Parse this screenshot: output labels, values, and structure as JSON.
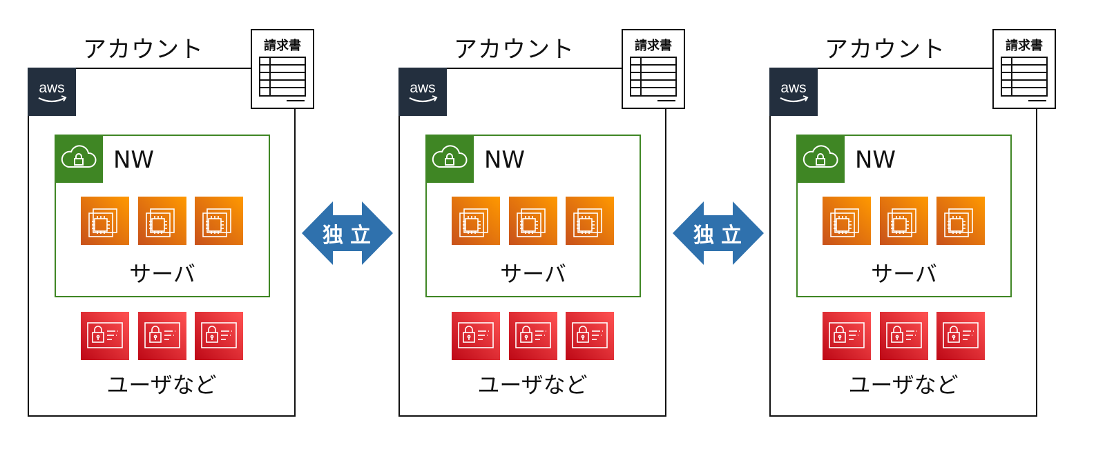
{
  "accounts": [
    {
      "title": "アカウント",
      "invoice_label": "請求書",
      "aws_logo_text": "aws",
      "nw_label": "NW",
      "server_label": "サーバ",
      "users_label": "ユーザなど"
    },
    {
      "title": "アカウント",
      "invoice_label": "請求書",
      "aws_logo_text": "aws",
      "nw_label": "NW",
      "server_label": "サーバ",
      "users_label": "ユーザなど"
    },
    {
      "title": "アカウント",
      "invoice_label": "請求書",
      "aws_logo_text": "aws",
      "nw_label": "NW",
      "server_label": "サーバ",
      "users_label": "ユーザなど"
    }
  ],
  "connectors": [
    {
      "label": "独立"
    },
    {
      "label": "独立"
    }
  ],
  "colors": {
    "aws_dark": "#232f3e",
    "network_green": "#3f8624",
    "ec2_orange_start": "#c8511b",
    "ec2_orange_end": "#ff9900",
    "iam_red_start": "#bd0816",
    "iam_red_end": "#ff5252",
    "arrow_blue": "#2f71ad"
  },
  "icons": {
    "aws_logo": "aws-logo-icon",
    "invoice": "invoice-document-icon",
    "network": "cloud-lock-icon",
    "server": "ec2-chip-icon",
    "user": "id-card-lock-icon"
  }
}
